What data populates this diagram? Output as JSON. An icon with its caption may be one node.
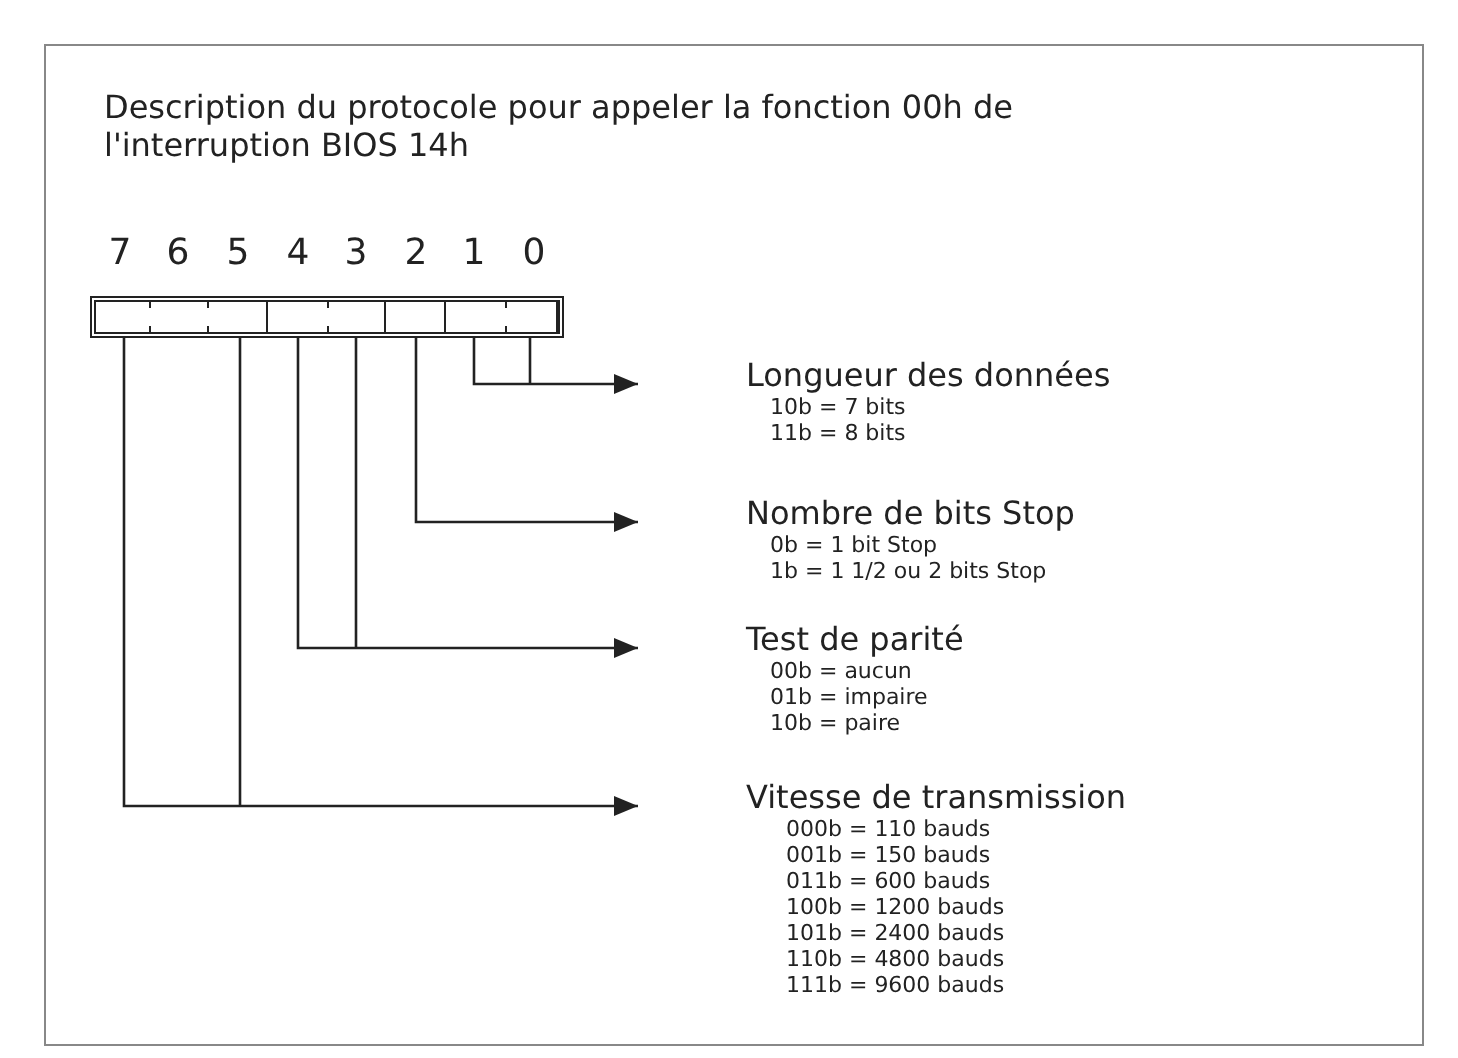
{
  "diagram": {
    "title": "Description du protocole pour appeler la fonction 00h de l'interruption BIOS 14h",
    "nodes": [
      {
        "text": [],
        "shape": "box"
      },
      {
        "text": [],
        "shape": "box",
        "in": 0
      },
      {
        "text": [],
        "shape": "box",
        "in": 0
      },
      {
        "text": [],
        "shape": "box",
        "in": 0
      },
      {
        "text": [],
        "shape": "box",
        "in": 0
      },
      {
        "text": [
          "Longueur des données",
          "10b = 7 bits",
          "11b = 8 bits"
        ]
      },
      {
        "text": [
          "Nombre de bits Stop",
          "0b = 1 bit Stop",
          "1b = 1 1/2 ou 2 bits Stop"
        ]
      },
      {
        "text": [
          "Test de parité",
          "00b = aucun",
          "01b = impaire",
          "10b = paire"
        ]
      },
      {
        "text": [
          "Vitesse de transmission",
          "000b = 110 bauds",
          "001b = 150 bauds",
          "011b = 600 bauds",
          "100b = 1200 bauds",
          "101b = 2400 bauds",
          "110b = 4800 bauds",
          "111b = 9600 bauds"
        ]
      }
    ],
    "edges": [
      {
        "from": 4,
        "to": 5,
        "arrow": "to"
      },
      {
        "from": 3,
        "to": 6,
        "arrow": "to"
      },
      {
        "from": 2,
        "to": 7,
        "arrow": "to"
      },
      {
        "from": 1,
        "to": 8,
        "arrow": "to"
      }
    ],
    "labels": [
      "7",
      "6",
      "5",
      "4",
      "3",
      "2",
      "1",
      "0"
    ]
  }
}
